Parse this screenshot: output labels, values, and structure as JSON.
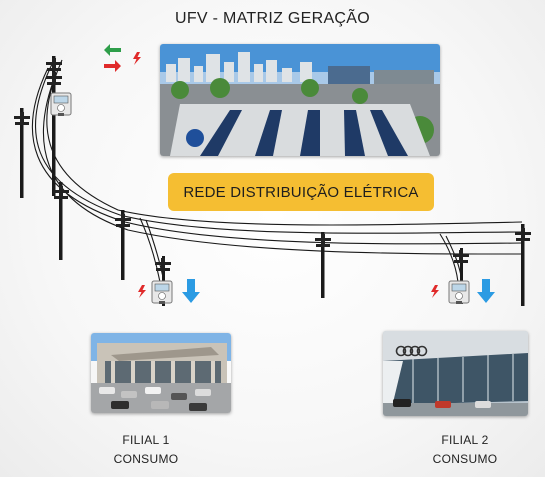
{
  "title": "UFV - MATRIZ GERAÇÃO",
  "grid": {
    "label": "REDE DISTRIBUIÇÃO ELÉTRICA"
  },
  "branches": [
    {
      "line1": "FILIAL 1",
      "line2": "CONSUMO"
    },
    {
      "line1": "FILIAL 2",
      "line2": "CONSUMO"
    }
  ],
  "colors": {
    "grid_label_bg": "#f5be32",
    "export_arrow": "#2e9e4a",
    "import_arrow": "#e02a2a",
    "consumption_arrow": "#2b9be3",
    "lightning": "#e02a2a"
  },
  "icons": [
    "bidirectional-arrows-icon",
    "lightning-icon",
    "energy-meter-icon",
    "down-arrow-icon",
    "utility-pole-icon"
  ]
}
